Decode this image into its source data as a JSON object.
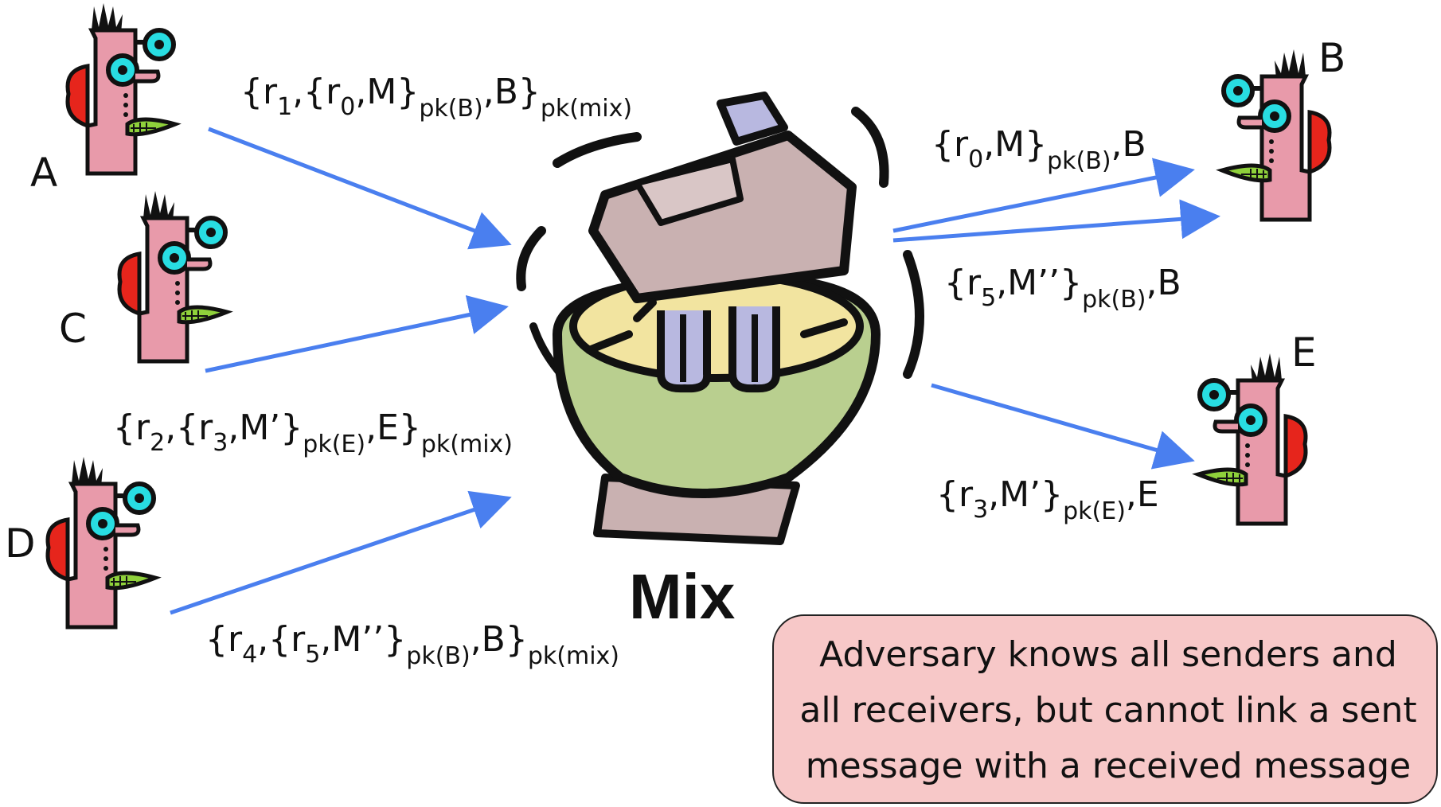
{
  "nodes": {
    "a": "A",
    "b": "B",
    "c": "C",
    "d": "D",
    "e": "E"
  },
  "mix_label": "Mix",
  "messages": {
    "a_in": {
      "p1": "{r",
      "s1": "1",
      "p2": ",{r",
      "s2": "0",
      "p3": ",M}",
      "s3": "pk(B)",
      "p4": ",B}",
      "s4": "pk(mix)"
    },
    "c_in": {
      "p1": "{r",
      "s1": "2",
      "p2": ",{r",
      "s2": "3",
      "p3": ",M’}",
      "s3": "pk(E)",
      "p4": ",E}",
      "s4": "pk(mix)"
    },
    "d_in": {
      "p1": "{r",
      "s1": "4",
      "p2": ",{r",
      "s2": "5",
      "p3": ",M’’}",
      "s3": "pk(B)",
      "p4": ",B}",
      "s4": "pk(mix)"
    },
    "b_out_1": {
      "p1": "{r",
      "s1": "0",
      "p2": ",M}",
      "s2": "pk(B)",
      "p3": ",B"
    },
    "b_out_2": {
      "p1": "{r",
      "s1": "5",
      "p2": ",M’’}",
      "s2": "pk(B)",
      "p3": ",B"
    },
    "e_out": {
      "p1": "{r",
      "s1": "3",
      "p2": ",M’}",
      "s2": "pk(E)",
      "p3": ",E"
    }
  },
  "note": {
    "line1": "Adversary knows all senders and",
    "line2": "all receivers, but cannot link a sent",
    "line3": "message with a received message"
  },
  "colors": {
    "arrow": "#4a7fef",
    "face": "#e89aaa",
    "eye": "#28dde2",
    "ear": "#e6251c",
    "beard": "#8fd13b",
    "bowl": "#b9cf8f",
    "mixer": "#c9b1b1",
    "note_bg": "#f7c8c8"
  },
  "icons": [
    "person-icon",
    "mixer-bowl-icon"
  ]
}
